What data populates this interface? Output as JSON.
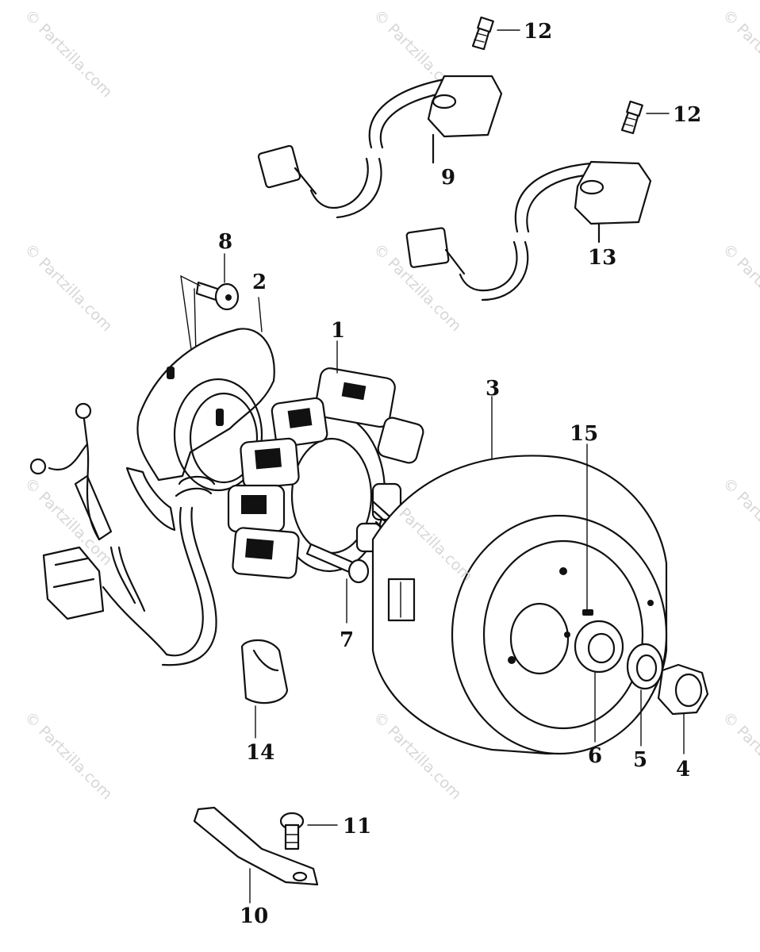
{
  "watermark_text": "© Partzilla.com",
  "inline_brand_text": "Partzilla.com",
  "callouts": [
    {
      "id": "1",
      "label": "1"
    },
    {
      "id": "2",
      "label": "2"
    },
    {
      "id": "3",
      "label": "3"
    },
    {
      "id": "4",
      "label": "4"
    },
    {
      "id": "5",
      "label": "5"
    },
    {
      "id": "6",
      "label": "6"
    },
    {
      "id": "7",
      "label": "7"
    },
    {
      "id": "8",
      "label": "8"
    },
    {
      "id": "9",
      "label": "9"
    },
    {
      "id": "10",
      "label": "10"
    },
    {
      "id": "11",
      "label": "11"
    },
    {
      "id": "12a",
      "label": "12"
    },
    {
      "id": "12b",
      "label": "12"
    },
    {
      "id": "13",
      "label": "13"
    },
    {
      "id": "14",
      "label": "14"
    },
    {
      "id": "15",
      "label": "15"
    }
  ],
  "colors": {
    "ink": "#111111",
    "paper": "#ffffff",
    "watermark": "#d7d7d7"
  }
}
